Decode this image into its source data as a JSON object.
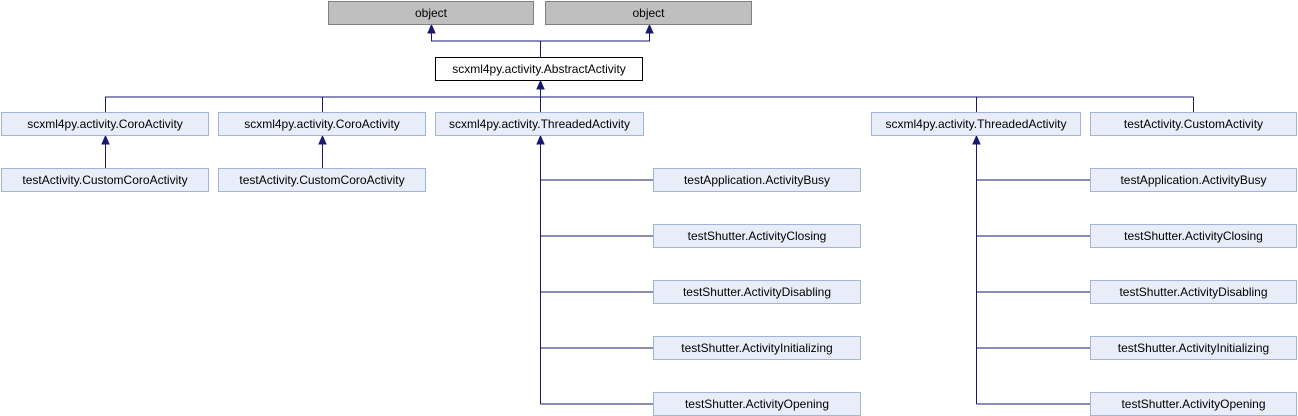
{
  "diagram": {
    "colors": {
      "edge": "#191970",
      "node_fill": "#e8edf7",
      "node_border": "#a2b4d8",
      "root_fill": "#bfbfbf",
      "current_fill": "#ffffff"
    },
    "nodes": {
      "object_1": "object",
      "object_2": "object",
      "abstract": "scxml4py.activity.AbstractActivity",
      "coro_1": "scxml4py.activity.CoroActivity",
      "coro_2": "scxml4py.activity.CoroActivity",
      "threaded_1": "scxml4py.activity.ThreadedActivity",
      "threaded_2": "scxml4py.activity.ThreadedActivity",
      "custom": "testActivity.CustomActivity",
      "customcoro_1": "testActivity.CustomCoroActivity",
      "customcoro_2": "testActivity.CustomCoroActivity",
      "busy_1": "testApplication.ActivityBusy",
      "closing_1": "testShutter.ActivityClosing",
      "disabling_1": "testShutter.ActivityDisabling",
      "initializing_1": "testShutter.ActivityInitializing",
      "opening_1": "testShutter.ActivityOpening",
      "busy_2": "testApplication.ActivityBusy",
      "closing_2": "testShutter.ActivityClosing",
      "disabling_2": "testShutter.ActivityDisabling",
      "initializing_2": "testShutter.ActivityInitializing",
      "opening_2": "testShutter.ActivityOpening"
    }
  }
}
